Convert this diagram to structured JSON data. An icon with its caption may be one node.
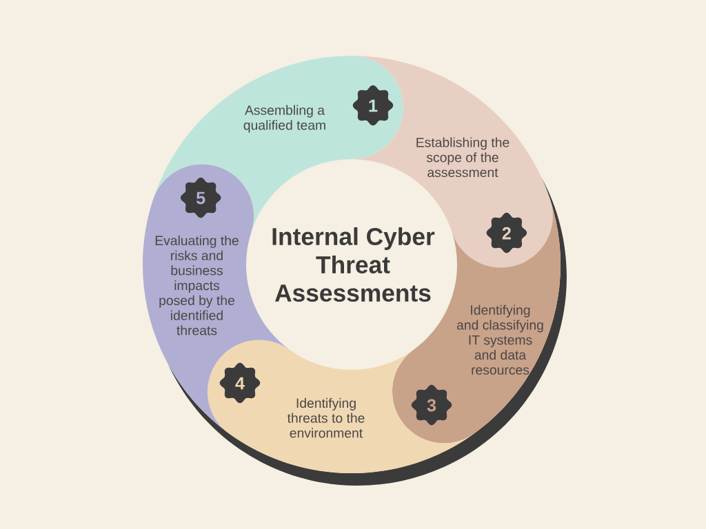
{
  "diagram": {
    "title": "Internal Cyber Threat Assessments",
    "nodes": [
      {
        "text": [
          "Assembling a qualified team"
        ]
      },
      {
        "text": [
          "1"
        ],
        "in": 0
      },
      {
        "text": [
          "Establishing the scope of the assessment"
        ]
      },
      {
        "text": [
          "2"
        ],
        "in": 2
      },
      {
        "text": [
          "Identifying and classifying IT systems and data resources"
        ]
      },
      {
        "text": [
          "3"
        ],
        "in": 4
      },
      {
        "text": [
          "Identifying threats to the environment"
        ]
      },
      {
        "text": [
          "4"
        ],
        "in": 6
      },
      {
        "text": [
          "Evaluating the risks and business impacts posed by the identified threats"
        ]
      },
      {
        "text": [
          "5"
        ],
        "in": 8
      }
    ]
  }
}
